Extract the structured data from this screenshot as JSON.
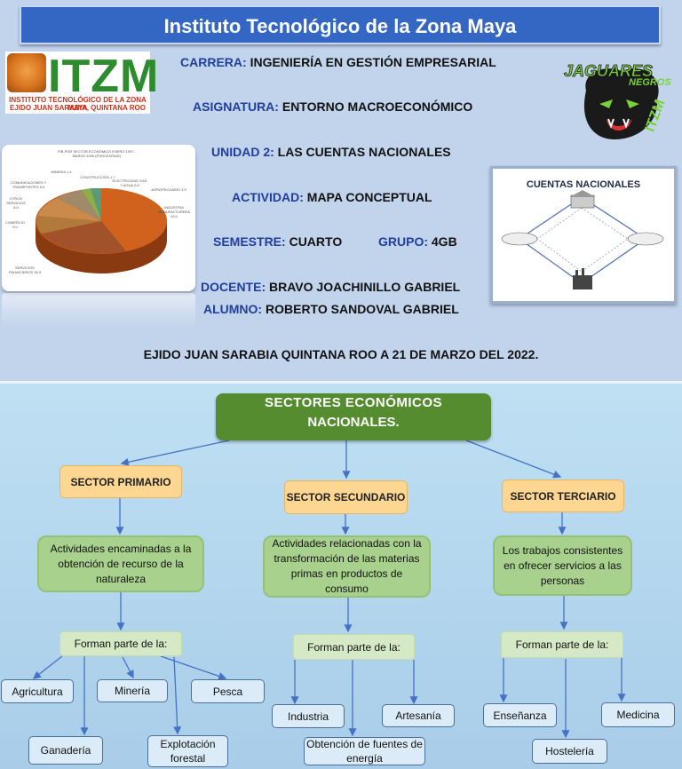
{
  "cover": {
    "title": "Instituto Tecnológico de la Zona Maya",
    "logo_left": {
      "big": "ITZM",
      "line1": "INSTITUTO TECNOLÓGICO DE LA ZONA MAYA",
      "line2": "EJIDO JUAN SARABIA, QUINTANA ROO"
    },
    "logo_right": {
      "text1": "JAGUARES",
      "text2": "NEGROS",
      "text3": "ITZM"
    },
    "carrera_label": "CARRERA:",
    "carrera": "INGENIERÍA EN GESTIÓN EMPRESARIAL",
    "asignatura_label": "ASIGNATURA:",
    "asignatura": "ENTORNO MACROECONÓMICO",
    "unidad_label": "UNIDAD 2:",
    "unidad": "LAS CUENTAS NACIONALES",
    "actividad_label": "ACTIVIDAD:",
    "actividad": "MAPA CONCEPTUAL",
    "semestre_label": "SEMESTRE:",
    "semestre": "CUARTO",
    "grupo_label": "GRUPO:",
    "grupo": "4GB",
    "docente_label": "DOCENTE:",
    "docente": "BRAVO JOACHINILLO GABRIEL",
    "alumno_label": "ALUMNO:",
    "alumno": "ROBERTO SANDOVAL GABRIEL",
    "date": "EJIDO JUAN SARABIA QUINTANA ROO A 21 DE MARZO DEL 2022.",
    "cuentas_title": "CUENTAS NACIONALES",
    "pie_labels": {
      "title": "PIB POR SECTOR ECONÓMICO ENERO 1997 - MARZO 2006 (PORCENTAJE)",
      "mineria": "MINERIA 1.4",
      "construccion": "CONSTRUCCIÓN 1.7",
      "comunicaciones": "COMUNICACIONES Y TRANSPORTES 5.0",
      "electricidad": "ELECTRICIDAD GAS Y AGUA 0.8",
      "agro": "AGROPECUARIO 3.9",
      "otros": "OTROS SERVICIOS 8.0",
      "comercio": "COMERCIO 9.0",
      "industria": "INDUSTRIA MANUFACTURERA 43.0",
      "financieros": "SERVICIOS FINANCIEROS 26.5"
    }
  },
  "map": {
    "root_line1": "SECTORES ECONÓMICOS",
    "root_line2": "NACIONALES.",
    "primario": {
      "title": "SECTOR PRIMARIO",
      "desc": "Actividades encaminadas a la obtención de recurso de la naturaleza",
      "forman": "Forman parte de la:",
      "items": [
        "Agricultura",
        "Minería",
        "Pesca",
        "Ganadería",
        "Explotación forestal"
      ]
    },
    "secundario": {
      "title": "SECTOR SECUNDARIO",
      "desc": "Actividades relacionadas con la transformación de las materias primas en productos de consumo",
      "forman": "Forman parte de la:",
      "items": [
        "Industria",
        "Artesanía",
        "Obtención de fuentes de energía"
      ]
    },
    "terciario": {
      "title": "SECTOR TERCIARIO",
      "desc": "Los trabajos consistentes en ofrecer servicios a las personas",
      "forman": "Forman parte de la:",
      "items": [
        "Enseñanza",
        "Medicina",
        "Hostelería"
      ]
    }
  }
}
